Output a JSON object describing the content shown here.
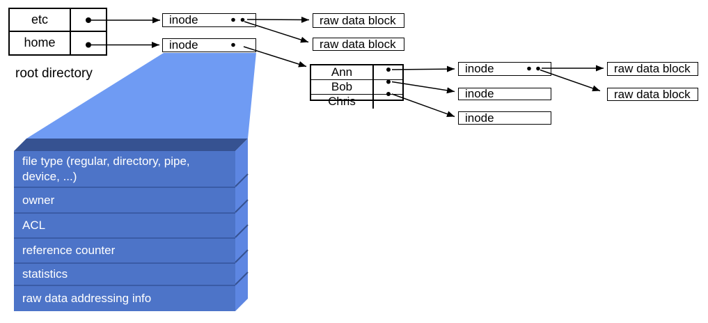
{
  "labels": {
    "root_directory_caption": "root directory",
    "inode": "inode",
    "raw_data_block": "raw data block"
  },
  "root_directory": {
    "entries": [
      "etc",
      "home"
    ]
  },
  "user_directory": {
    "entries": [
      "Ann",
      "Bob",
      "Chris"
    ]
  },
  "inode_detail": {
    "rows": [
      "file type (regular, directory, pipe, device, ...)",
      "owner",
      "ACL",
      "reference counter",
      "statistics",
      "raw data addressing info"
    ]
  },
  "colors": {
    "wedge": "#6F9BF3",
    "slab_front": "#4D74C8",
    "slab_top": "#365291",
    "slab_side": "#5D86E2",
    "slab_divider": "#3A5BA6",
    "line": "#000000",
    "slab_text": "#FFFFFF"
  }
}
